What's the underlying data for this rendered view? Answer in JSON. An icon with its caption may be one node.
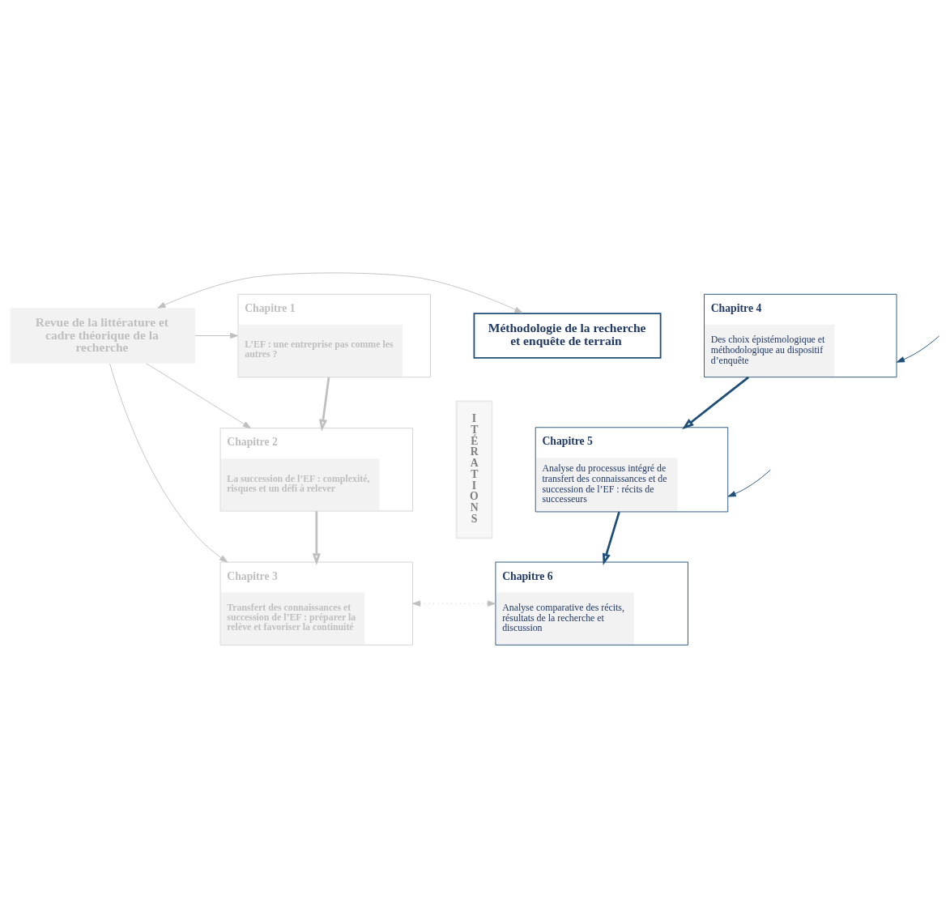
{
  "diagram": {
    "nodes": [
      {
        "text": [
          "Revue de la littérature et cadre théorique de la recherche"
        ]
      },
      {
        "text": [
          "Méthodologie de la recherche et enquête de terrain"
        ]
      },
      {
        "text": [
          "Chapitre 1",
          "L’EF : une entreprise pas comme les autres ?"
        ]
      },
      {
        "text": [
          "Chapitre 2",
          "La succession de l’EF : complexité, risques et un défi à relever"
        ]
      },
      {
        "text": [
          "Chapitre 3",
          "Transfert des connaissances et succession de l’EF : préparer la relève et favoriser la continuité"
        ]
      },
      {
        "text": [
          "Chapitre 4",
          "Des choix épistémologique et méthodologique au dispositif d’enquête"
        ]
      },
      {
        "text": [
          "Chapitre 5",
          "Analyse du processus intégré de transfert des connaissances et de succession de l’EF : récits de successeurs"
        ]
      },
      {
        "text": [
          "Chapitre 6",
          "Analyse comparative des récits, résultats de la recherche et discussion"
        ]
      },
      {
        "text": [
          "I T É R A T I O N S"
        ]
      }
    ],
    "edges": [
      {
        "from": 0,
        "to": 1,
        "arrow": "both"
      },
      {
        "from": 0,
        "to": 2,
        "arrow": "to"
      },
      {
        "from": 0,
        "to": 3,
        "arrow": "to"
      },
      {
        "from": 0,
        "to": 4,
        "arrow": "to"
      },
      {
        "from": 2,
        "to": 3,
        "arrow": "to",
        "style": "thick"
      },
      {
        "from": 3,
        "to": 4,
        "arrow": "to",
        "style": "thick"
      },
      {
        "from": 5,
        "to": 6,
        "arrow": "to",
        "style": "thick",
        "color": "#1f4e79"
      },
      {
        "from": 6,
        "to": 7,
        "arrow": "to",
        "style": "thick",
        "color": "#1f4e79"
      },
      {
        "from": 4,
        "to": 7,
        "arrow": "both",
        "style": "dashed"
      },
      {
        "from": null,
        "to": 5,
        "arrow": "to",
        "color": "#1f4e79"
      },
      {
        "from": null,
        "to": 6,
        "arrow": "to",
        "color": "#1f4e79"
      }
    ]
  }
}
